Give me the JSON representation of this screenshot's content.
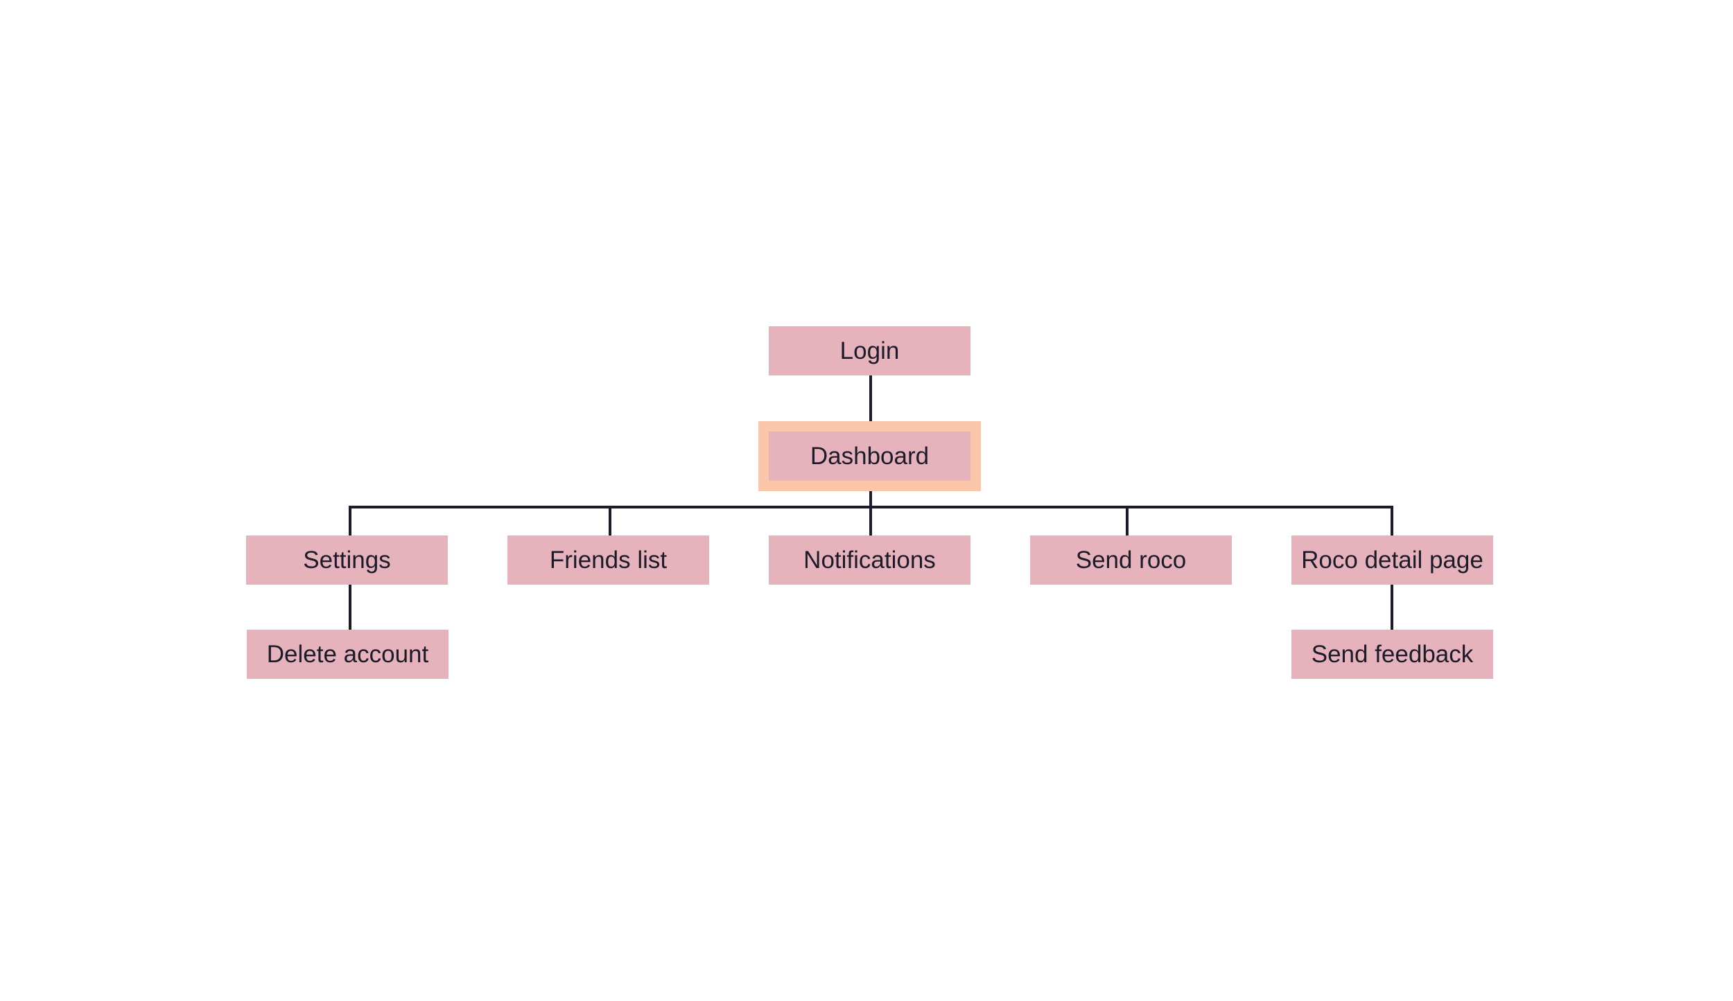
{
  "diagram": {
    "nodes": {
      "login": "Login",
      "dashboard": "Dashboard",
      "settings": "Settings",
      "friends_list": "Friends list",
      "notifications": "Notifications",
      "send_roco": "Send roco",
      "roco_detail_page": "Roco detail page",
      "delete_account": "Delete account",
      "send_feedback": "Send feedback"
    },
    "edges": [
      [
        "login",
        "dashboard"
      ],
      [
        "dashboard",
        "settings"
      ],
      [
        "dashboard",
        "friends_list"
      ],
      [
        "dashboard",
        "notifications"
      ],
      [
        "dashboard",
        "send_roco"
      ],
      [
        "dashboard",
        "roco_detail_page"
      ],
      [
        "settings",
        "delete_account"
      ],
      [
        "roco_detail_page",
        "send_feedback"
      ]
    ],
    "highlighted_node": "dashboard",
    "colors": {
      "node_fill": "#e6b3bc",
      "highlight": "#fcc6aa",
      "connector": "#1b1b2a",
      "text": "#1b1b2a"
    }
  }
}
